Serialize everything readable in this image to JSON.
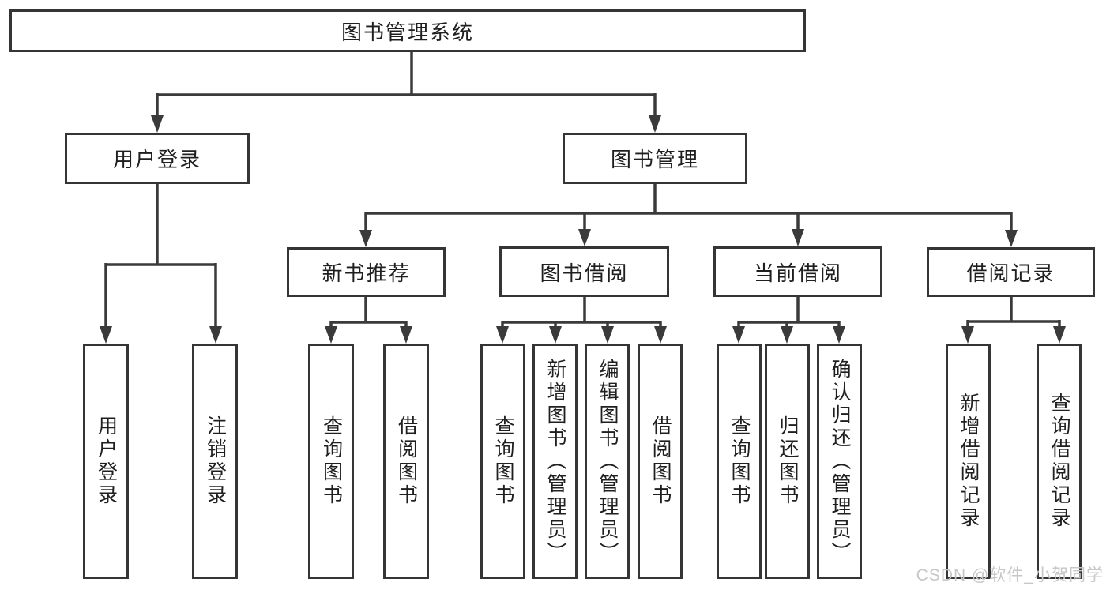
{
  "diagram": {
    "nodes": {
      "root": "图书管理系统",
      "user_login": "用户登录",
      "book_management": "图书管理",
      "new_book_recommend": "新书推荐",
      "book_borrowing": "图书借阅",
      "current_borrowing": "当前借阅",
      "borrowing_records": "借阅记录"
    },
    "leaves": [
      {
        "label": "用户登录",
        "parent": "用户登录"
      },
      {
        "label": "注销登录",
        "parent": "用户登录"
      },
      {
        "label": "查询图书",
        "parent": "新书推荐"
      },
      {
        "label": "借阅图书",
        "parent": "新书推荐"
      },
      {
        "label": "查询图书",
        "parent": "图书借阅"
      },
      {
        "label": "新增图书（管理员）",
        "parent": "图书借阅"
      },
      {
        "label": "编辑图书（管理员）",
        "parent": "图书借阅"
      },
      {
        "label": "借阅图书",
        "parent": "图书借阅"
      },
      {
        "label": "查询图书",
        "parent": "当前借阅"
      },
      {
        "label": "归还图书",
        "parent": "当前借阅"
      },
      {
        "label": "确认归还（管理员）",
        "parent": "当前借阅"
      },
      {
        "label": "新增借阅记录",
        "parent": "借阅记录"
      },
      {
        "label": "查询借阅记录",
        "parent": "借阅记录"
      }
    ],
    "hierarchy": {
      "图书管理系统": {
        "用户登录": [
          "用户登录",
          "注销登录"
        ],
        "图书管理": {
          "新书推荐": [
            "查询图书",
            "借阅图书"
          ],
          "图书借阅": [
            "查询图书",
            "新增图书（管理员）",
            "编辑图书（管理员）",
            "借阅图书"
          ],
          "当前借阅": [
            "查询图书",
            "归还图书",
            "确认归还（管理员）"
          ],
          "借阅记录": [
            "新增借阅记录",
            "查询借阅记录"
          ]
        }
      }
    },
    "colors": {
      "background": "#ffffff",
      "line": "#3a3a3a",
      "box_border": "#353535",
      "text": "#1f1f1f",
      "watermark": "#c7c7c7"
    },
    "watermark": "CSDN @软件_小贺同学"
  }
}
